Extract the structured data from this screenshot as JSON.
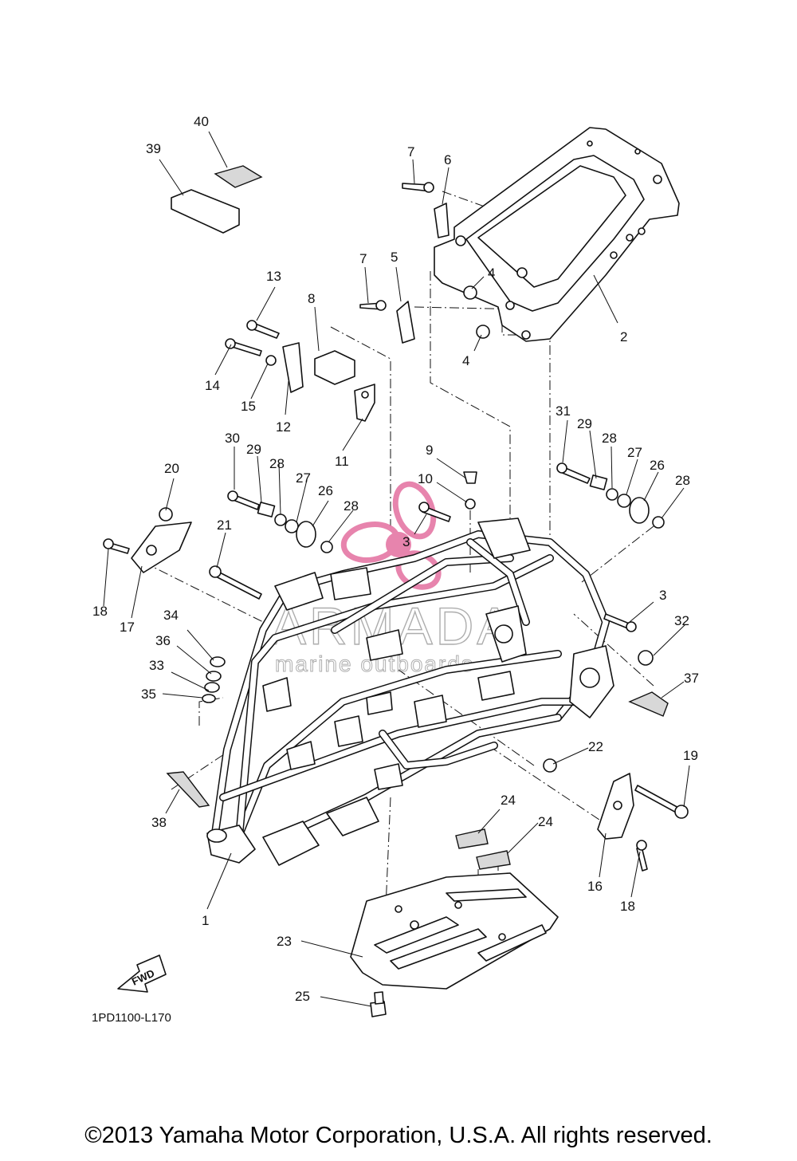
{
  "diagram": {
    "reference_code": "1PD1100-L170",
    "fwd_label": "FWD",
    "watermark": {
      "brand": "ARMADA",
      "tagline": "marine outboards",
      "logo_color": "#e36f9f"
    },
    "part_labels": [
      "1",
      "2",
      "3",
      "4",
      "5",
      "6",
      "7",
      "8",
      "9",
      "10",
      "11",
      "12",
      "13",
      "14",
      "15",
      "16",
      "17",
      "18",
      "19",
      "20",
      "21",
      "22",
      "23",
      "24",
      "25",
      "26",
      "27",
      "28",
      "29",
      "30",
      "31",
      "32",
      "33",
      "34",
      "35",
      "36",
      "37",
      "38",
      "39",
      "40"
    ]
  },
  "footer": {
    "copyright": "©2013 Yamaha Motor Corporation, U.S.A. All rights reserved."
  }
}
